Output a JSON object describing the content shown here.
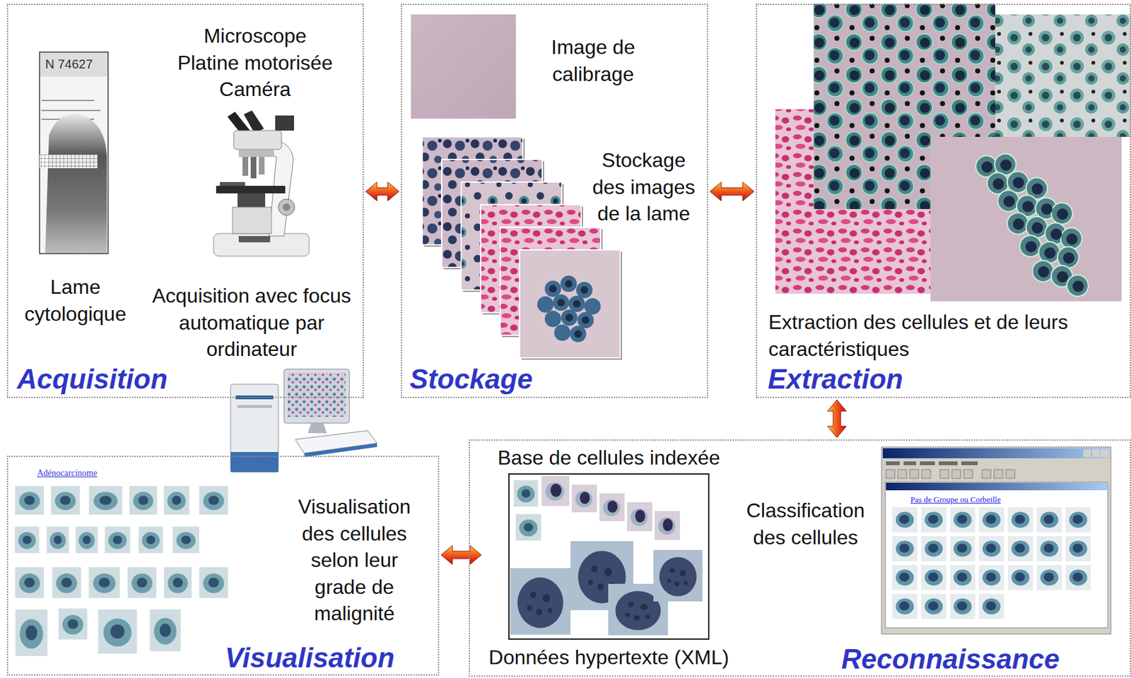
{
  "diagram": {
    "nodes": [
      {
        "text": [
          "Microscope Platine motorisée Caméra",
          "Lame cytologique",
          "Acquisition avec focus automatique par ordinateur",
          "Acquisition"
        ]
      },
      {
        "text": [
          "Image de calibrage",
          "Stockage des images de la lame",
          "Stockage"
        ]
      },
      {
        "text": [
          "Extraction des cellules et de leurs caractéristiques",
          "Extraction"
        ]
      },
      {
        "text": [
          "Adénocarcinome",
          "Visualisation des cellules selon leur grade de malignité",
          "Visualisation"
        ]
      },
      {
        "text": [
          "Classification des cellules",
          "Reconnaissance"
        ]
      },
      {
        "text": [
          "Base de cellules indexée",
          "Données hypertexte (XML)"
        ],
        "in": 4
      },
      {
        "text": [
          "Pas de Groupe ou Corbeille"
        ],
        "in": 4
      }
    ],
    "edges": [
      {
        "from": 0,
        "to": 1,
        "arrow": "both"
      },
      {
        "from": 1,
        "to": 2,
        "arrow": "both"
      },
      {
        "from": 2,
        "to": 4,
        "arrow": "both"
      },
      {
        "from": 3,
        "to": 5,
        "arrow": "both"
      }
    ],
    "labels": [
      "N 74627"
    ]
  }
}
